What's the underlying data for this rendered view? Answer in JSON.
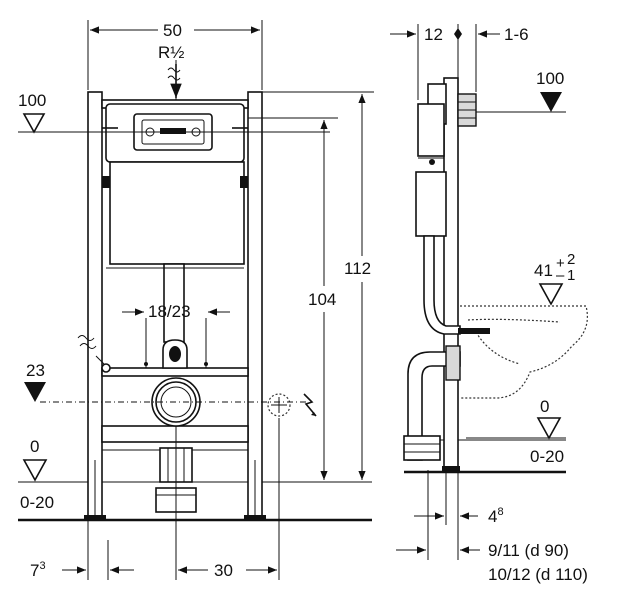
{
  "labels": {
    "front_width": "50",
    "supply": "R½",
    "level_100_left": "100",
    "level_23": "23",
    "level_0_left": "0",
    "floor_range_left": "0-20",
    "fixing_spacing": "18/23",
    "frame_height_104": "104",
    "total_height_112": "112",
    "offset_left_prefix": "7",
    "offset_left_sup": "3",
    "offset_30": "30",
    "side_12": "12",
    "side_1_6": "1-6",
    "level_100_right": "100",
    "bowl_height_base": "41",
    "bowl_tol_plus": "+",
    "bowl_tol_minus": "–",
    "bowl_tol_up": "2",
    "bowl_tol_down": "1",
    "level_0_right": "0",
    "floor_range_right": "0-20",
    "side_4_base": "4",
    "side_4_sup": "8",
    "side_9_11": "9/11  (d 90)",
    "side_10_12": "10/12 (d 110)"
  }
}
